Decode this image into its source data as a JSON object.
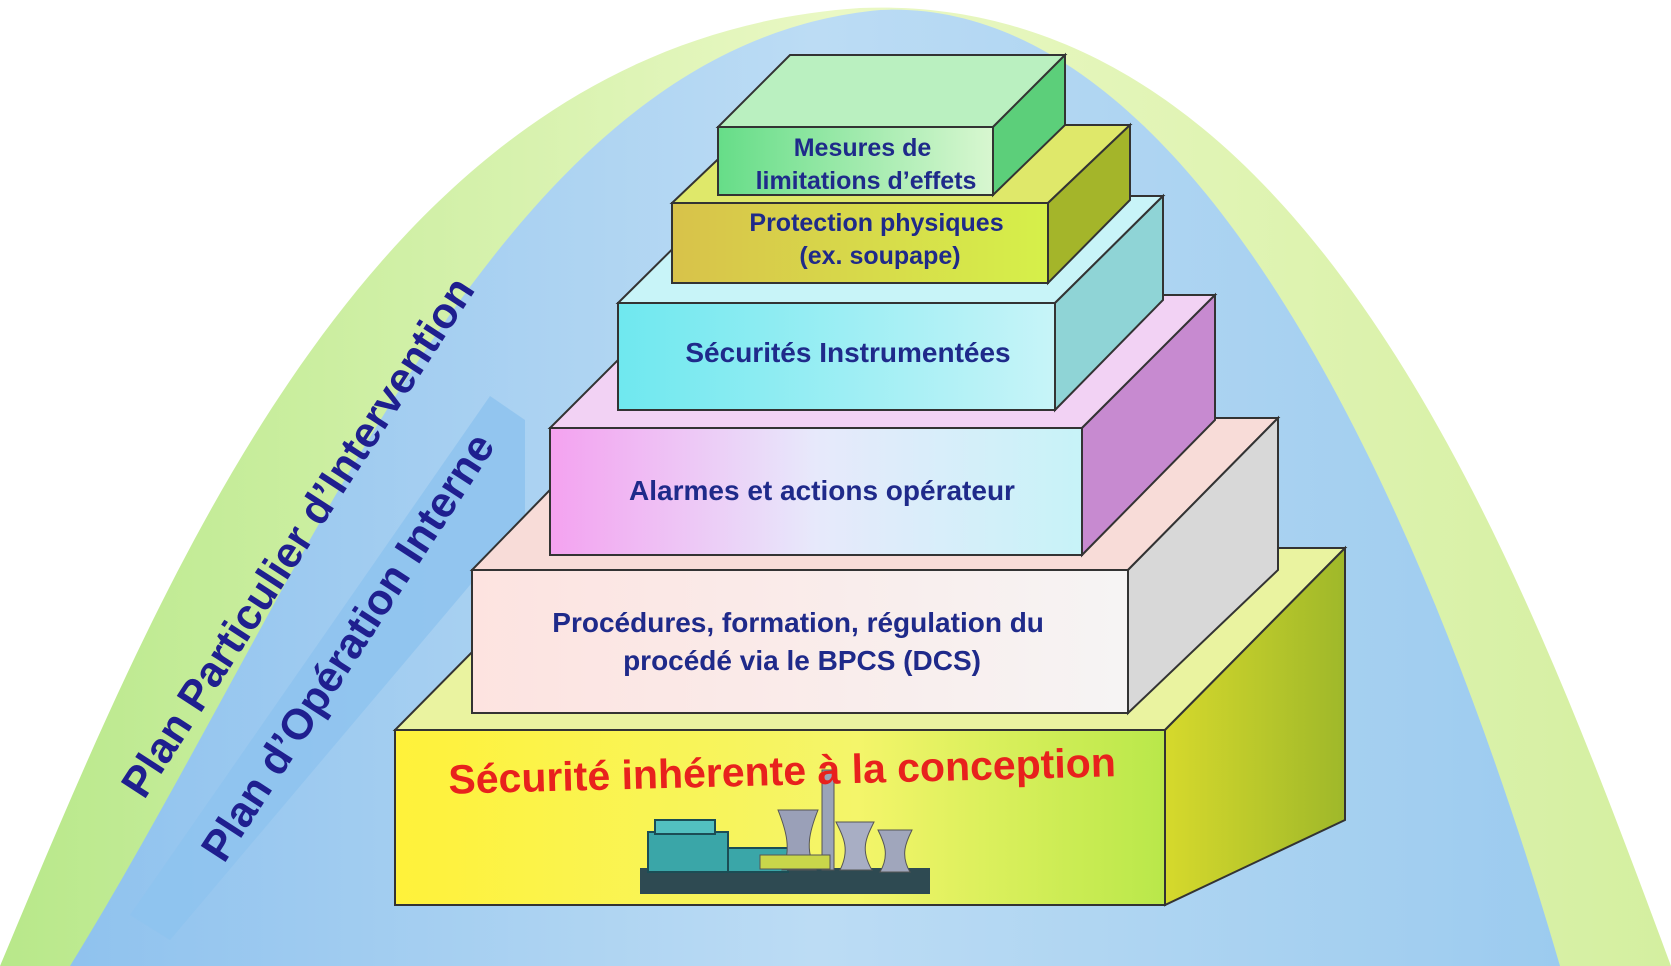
{
  "outer_arc": {
    "label": "Plan Particulier d’Intervention",
    "label_color": "#1f1f8f"
  },
  "inner_arc": {
    "label": "Plan d’Opération Interne",
    "label_color": "#1f1f8f"
  },
  "layers": [
    {
      "id": "conception",
      "lines": [
        "Sécurité inhérente à la conception"
      ],
      "text_color": "#e8211d"
    },
    {
      "id": "procedures",
      "lines": [
        "Procédures, formation, régulation du",
        "procédé  via le BPCS (DCS)"
      ],
      "text_color": "#1f2a8a"
    },
    {
      "id": "alarmes",
      "lines": [
        "Alarmes et actions opérateur"
      ],
      "text_color": "#1f2a8a"
    },
    {
      "id": "instrumentees",
      "lines": [
        "Sécurités Instrumentées"
      ],
      "text_color": "#1f2a8a"
    },
    {
      "id": "protection",
      "lines": [
        "Protection physiques",
        "(ex. soupape)"
      ],
      "text_color": "#1f2a8a"
    },
    {
      "id": "mesures",
      "lines": [
        "Mesures de",
        "limitations d’effets"
      ],
      "text_color": "#1f2a8a"
    }
  ],
  "colors": {
    "outer_arc": "#dff5a8",
    "inner_arc": "#a9d2f0",
    "poi_banner": "#8ec3ee"
  },
  "icons": [
    "power-plant-icon"
  ]
}
